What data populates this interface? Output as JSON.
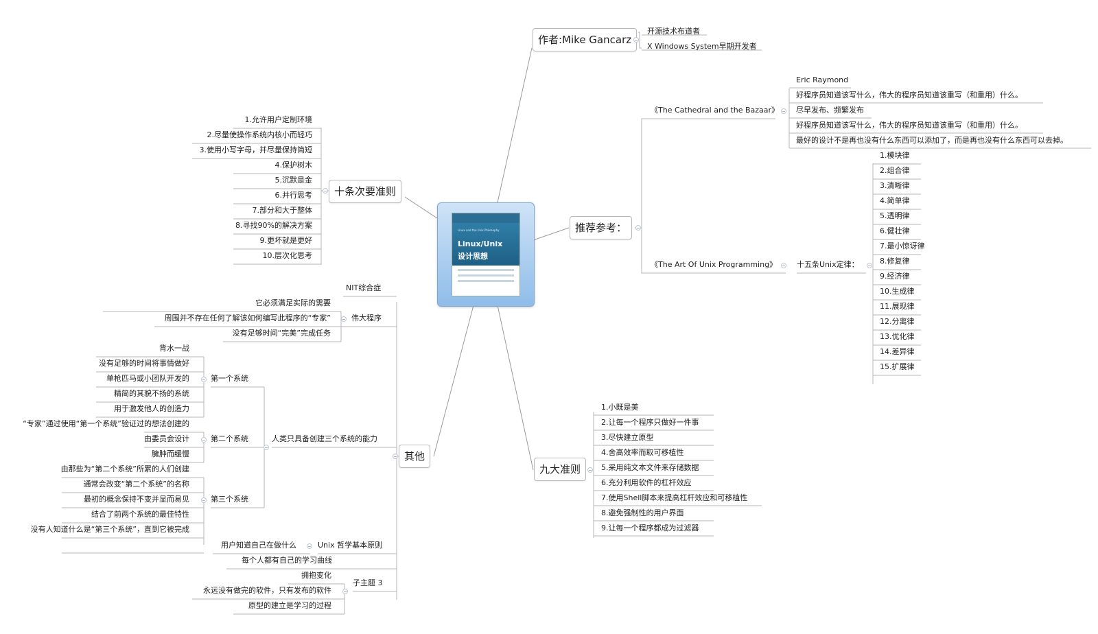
{
  "central": {
    "book_title_en": "Linux/Unix",
    "book_title_cn": "设计思想",
    "cover_subtitle": "Linux and the Unix Philosophy"
  },
  "author": {
    "label": "作者:Mike Gancarz",
    "items": [
      "开源技术布道者",
      "X Windows System早期开发者"
    ]
  },
  "references": {
    "label": "推荐参考：",
    "cathedral": {
      "label": "《The Cathedral and the Bazaar》",
      "items": [
        "Eric Raymond",
        "好程序员知道该写什么，伟大的程序员知道该重写（和重用）什么。",
        "尽早发布、频繁发布",
        "好程序员知道该写什么，伟大的程序员知道该重写（和重用）什么。",
        "最好的设计不是再也没有什么东西可以添加了，而是再也没有什么东西可以去掉。"
      ]
    },
    "art": {
      "label": "《The Art Of Unix Programming》",
      "rules_label": "十五条Unix定律：",
      "rules": [
        "1.模块律",
        "2.组合律",
        "3.清晰律",
        "4.简单律",
        "5.透明律",
        "6.健壮律",
        "7.最小惊讶律",
        "8.修复律",
        "9.经济律",
        "10.生成律",
        "11.展现律",
        "12.分离律",
        "13.优化律",
        "14.差异律",
        "15.扩展律"
      ]
    }
  },
  "nine": {
    "label": "九大准则",
    "items": [
      "1.小既是美",
      "2.让每一个程序只做好一件事",
      "3.尽快建立原型",
      "4.舍高效率而取可移植性",
      "5.采用纯文本文件来存储数据",
      "6.充分利用软件的杠杆效应",
      "7.使用Shell脚本来提高杠杆效应和可移植性",
      "8.避免强制性的用户界面",
      "9.让每一个程序都成为过滤器"
    ]
  },
  "ten": {
    "label": "十条次要准则",
    "items": [
      "1.允许用户定制环境",
      "2.尽量使操作系统内核小而轻巧",
      "3.使用小写字母，并尽量保持简短",
      "4.保护树木",
      "5.沉默是金",
      "6.并行思考",
      "7.部分和大于整体",
      "8.寻找90%的解决方案",
      "9.更坏就是更好",
      "10.层次化思考"
    ]
  },
  "other": {
    "label": "其他",
    "nit": "NIT综合症",
    "great": {
      "label": "伟大程序",
      "items": [
        "它必须满足实际的需要",
        "周围并不存在任何了解该如何编写此程序的“专家”",
        "没有足够时间“完美”完成任务"
      ]
    },
    "three": {
      "label": "人类只具备创建三个系统的能力",
      "first": {
        "label": "第一个系统",
        "items": [
          "背水一战",
          "没有足够的时间将事情做好",
          "单枪匹马或小团队开发的",
          "精简的其貌不扬的系统",
          "用于激发他人的创造力"
        ]
      },
      "second": {
        "label": "第二个系统",
        "items": [
          "“专家”通过使用“第一个系统”验证过的想法创建的",
          "由委员会设计",
          "臃肿而缓慢"
        ]
      },
      "third": {
        "label": "第三个系统",
        "items": [
          "由那些为“第二个系统”所累的人们创建",
          "通常会改变“第二个系统”的名称",
          "最初的概念保持不变并显而易见",
          "结合了前两个系统的最佳特性",
          "没有人知道什么是“第三个系统”，直到它被完成"
        ]
      }
    },
    "unix": {
      "label": "Unix 哲学基本原则",
      "items": [
        "用户知道自己在做什么"
      ]
    },
    "curve": "每个人都有自己的学习曲线",
    "sub3": {
      "label": "子主题 3",
      "items": [
        "拥抱变化",
        "永远没有做完的软件，只有发布的软件",
        "原型的建立是学习的过程"
      ]
    }
  }
}
